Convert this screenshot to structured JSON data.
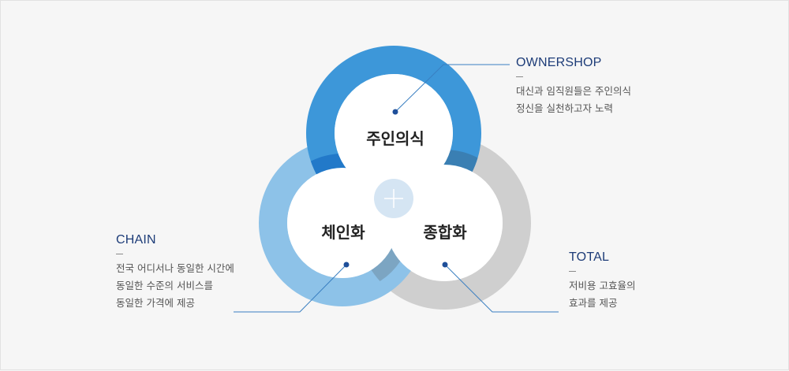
{
  "circles": {
    "top": "주인의식",
    "left": "체인화",
    "right": "종합화"
  },
  "callouts": {
    "ownership": {
      "title": "OWNERSHOP",
      "lines": [
        "대신과 임직원들은 주인의식",
        "정신을 실천하고자 노력"
      ]
    },
    "chain": {
      "title": "CHAIN",
      "lines": [
        "전국 어디서나 동일한 시간에",
        "동일한 수준의 서비스를",
        "동일한 가격에 제공"
      ]
    },
    "total": {
      "title": "TOTAL",
      "lines": [
        "저비용 고효율의",
        "효과를 제공"
      ]
    }
  },
  "colors": {
    "top_ring": "#3d97d9",
    "left_ring": "#8dc2e8",
    "right_ring": "#cfcfcf",
    "overlap_top_left": "#2279c9",
    "overlap_top_right": "#3a7fb3",
    "overlap_left_right": "#7ca5c2",
    "title": "#1d3c78",
    "plus_bg": "#d5e5f3"
  },
  "icons": {
    "center": "plus-icon"
  }
}
